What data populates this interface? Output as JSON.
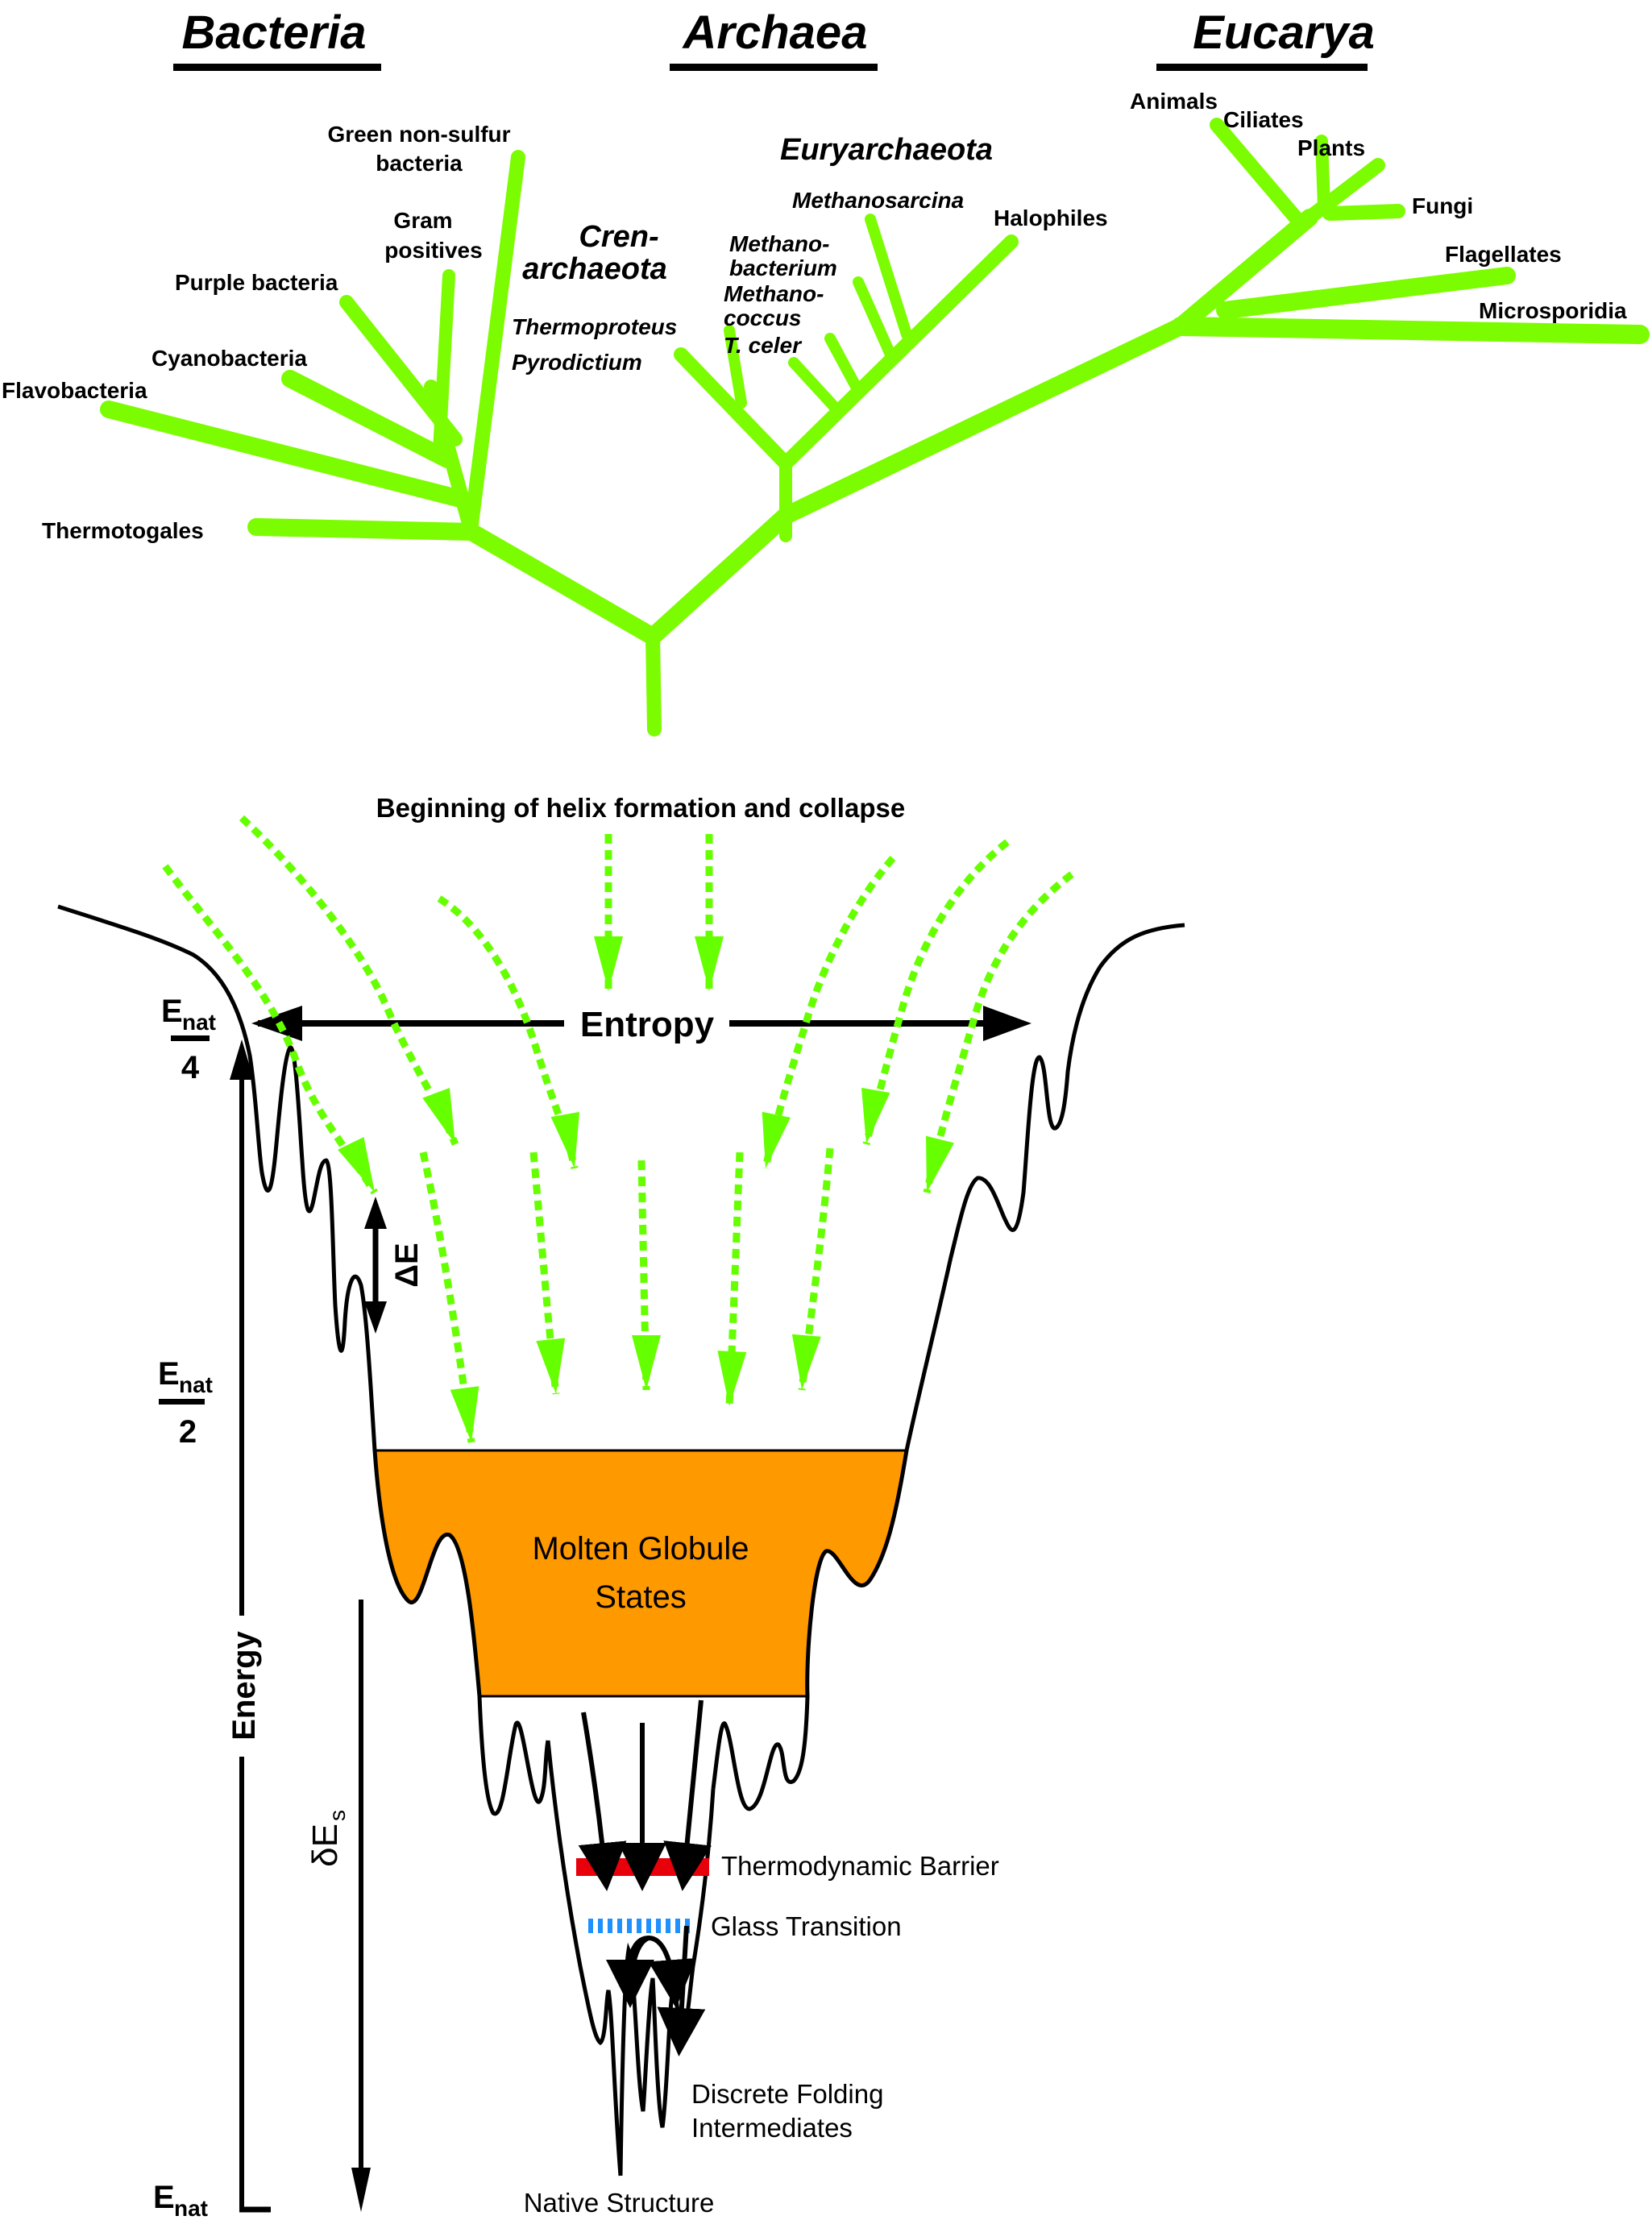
{
  "tree": {
    "domains": [
      "Bacteria",
      "Archaea",
      "Eucarya"
    ],
    "bacteria": [
      "Green non-sulfur",
      "bacteria",
      "Gram",
      "positives",
      "Purple bacteria",
      "Cyanobacteria",
      "Flavobacteria",
      "Thermotogales"
    ],
    "archaea": {
      "crenarchaeota": [
        "Cren-",
        "archaeota"
      ],
      "euryarchaeota": "Euryarchaeota",
      "leaves": [
        "Thermoproteus",
        "Pyrodictium",
        "Methanosarcina",
        "Halophiles",
        "Methano-",
        "bacterium",
        "Methano-",
        "coccus",
        "T. celer"
      ]
    },
    "eucarya": [
      "Animals",
      "Ciliates",
      "Plants",
      "Fungi",
      "Flagellates",
      "Microsporidia"
    ],
    "branch_color": "#7cfc00"
  },
  "funnel": {
    "top_label": "Beginning of helix formation and collapse",
    "entropy_label": "Entropy",
    "energy_label": "Energy",
    "delta_e": "ΔE",
    "delta_es": "δE",
    "delta_es_sub": "s",
    "e_nat": "E",
    "e_nat_sub": "nat",
    "frac4_den": "4",
    "frac2_den": "2",
    "molten_1": "Molten Globule",
    "molten_2": "States",
    "thermo_barrier": "Thermodynamic Barrier",
    "glass_transition": "Glass Transition",
    "discrete_1": "Discrete Folding",
    "discrete_2": "Intermediates",
    "native": "Native Structure",
    "colors": {
      "molten_fill": "#ff9900",
      "barrier": "#e8000b",
      "glass": "#1e90ff",
      "arrows": "#66ff00"
    }
  }
}
